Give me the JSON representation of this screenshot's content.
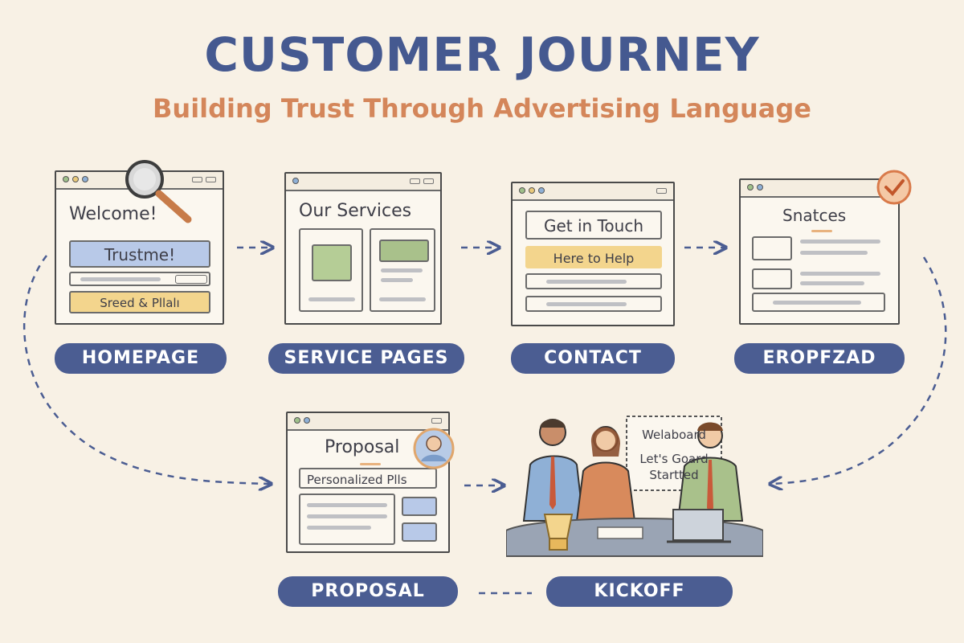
{
  "header": {
    "title": "CUSTOMER JOURNEY",
    "subtitle": "Building Trust Through Advertising Language"
  },
  "steps": [
    {
      "label": "HOMEPAGE",
      "window_title": "Welcome!",
      "banner": "Trustme!",
      "tagline": "Sreed & Pllalı"
    },
    {
      "label": "SERVICE PAGES",
      "window_title": "Our Services"
    },
    {
      "label": "CONTACT",
      "window_title": "Get in Touch",
      "banner": "Here to Help"
    },
    {
      "label": "EROPFZAD",
      "window_title": "Snatces"
    },
    {
      "label": "PROPOSAL",
      "window_title": "Proposal",
      "banner": "Personalized Plls"
    },
    {
      "label": "KICKOFF",
      "board_line1": "Welaboard",
      "board_line2": "Let's Goard",
      "board_line3": "Startted"
    }
  ],
  "colors": {
    "accent": "#455990",
    "orange": "#d4865a",
    "pill": "#4b5d92",
    "blue_box": "#b8c9e8",
    "yellow_box": "#f3d58d",
    "green": "#a9c18b"
  }
}
